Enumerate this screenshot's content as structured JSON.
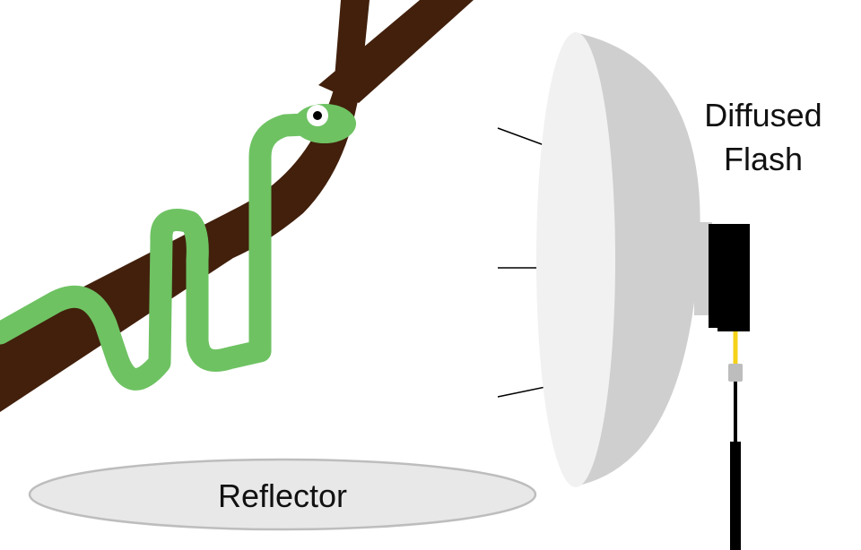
{
  "labels": {
    "flash_line1": "Diffused",
    "flash_line2": "Flash",
    "reflector": "Reflector"
  },
  "colors": {
    "branch": "#42200c",
    "snake_body": "#6ec262",
    "snake_eye_white": "#ffffff",
    "snake_pupil": "#000000",
    "diffuser_rim": "#cfcfcf",
    "diffuser_face": "#f1f1f1",
    "flash_body": "#000000",
    "flash_cable": "#f5d21a",
    "cable_connector": "#bdbdbd",
    "stand": "#000000",
    "light_rays": "#000000",
    "reflector_fill": "#e8e8e8",
    "reflector_stroke": "#bdbdbd"
  }
}
